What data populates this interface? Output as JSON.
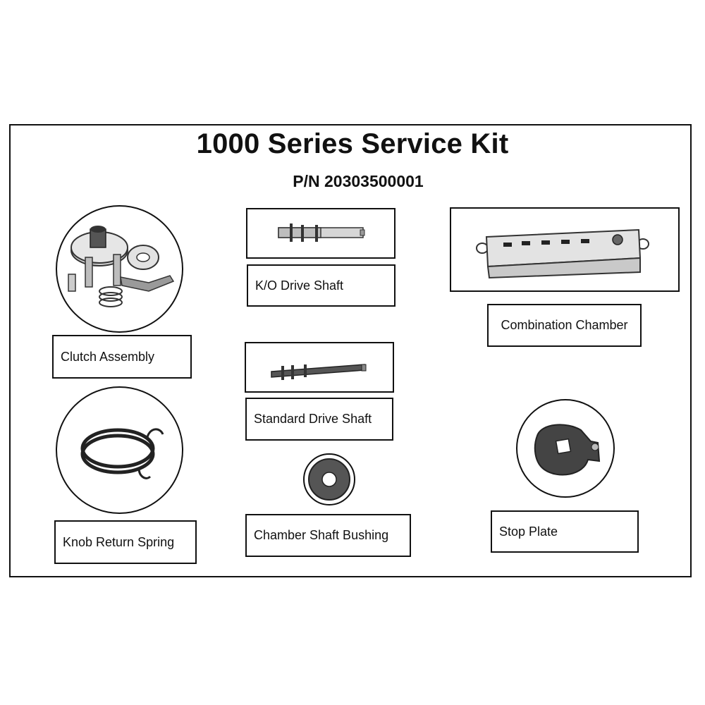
{
  "header": {
    "title": "1000 Series Service Kit",
    "part_number": "P/N 20303500001"
  },
  "parts": {
    "clutch_assembly": "Clutch Assembly",
    "ko_drive_shaft": "K/O Drive Shaft",
    "combination_chamber": "Combination Chamber",
    "standard_drive_shaft": "Standard Drive Shaft",
    "knob_return_spring": "Knob Return Spring",
    "chamber_shaft_bushing": "Chamber Shaft Bushing",
    "stop_plate": "Stop Plate"
  },
  "colors": {
    "outline": "#111111",
    "metal_light": "#d9d9d9",
    "metal_dark": "#3a3a3a"
  }
}
